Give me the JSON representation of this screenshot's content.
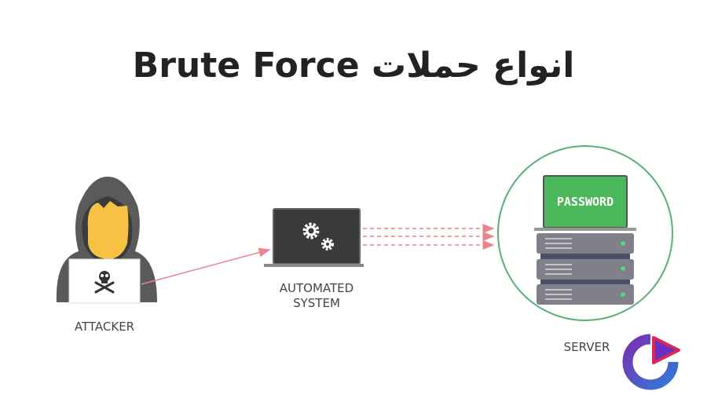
{
  "title": "انواع حملات Brute Force",
  "nodes": {
    "attacker": "ATTACKER",
    "automated_line1": "AUTOMATED",
    "automated_line2": "SYSTEM",
    "server": "SERVER",
    "password_screen": "PASSWORD"
  },
  "colors": {
    "arrow": "#e8848c",
    "circle": "#5aaf78",
    "screen_green": "#4cb85c",
    "server_gray": "#7f8089",
    "hood": "#555555",
    "face": "#f7c244"
  }
}
